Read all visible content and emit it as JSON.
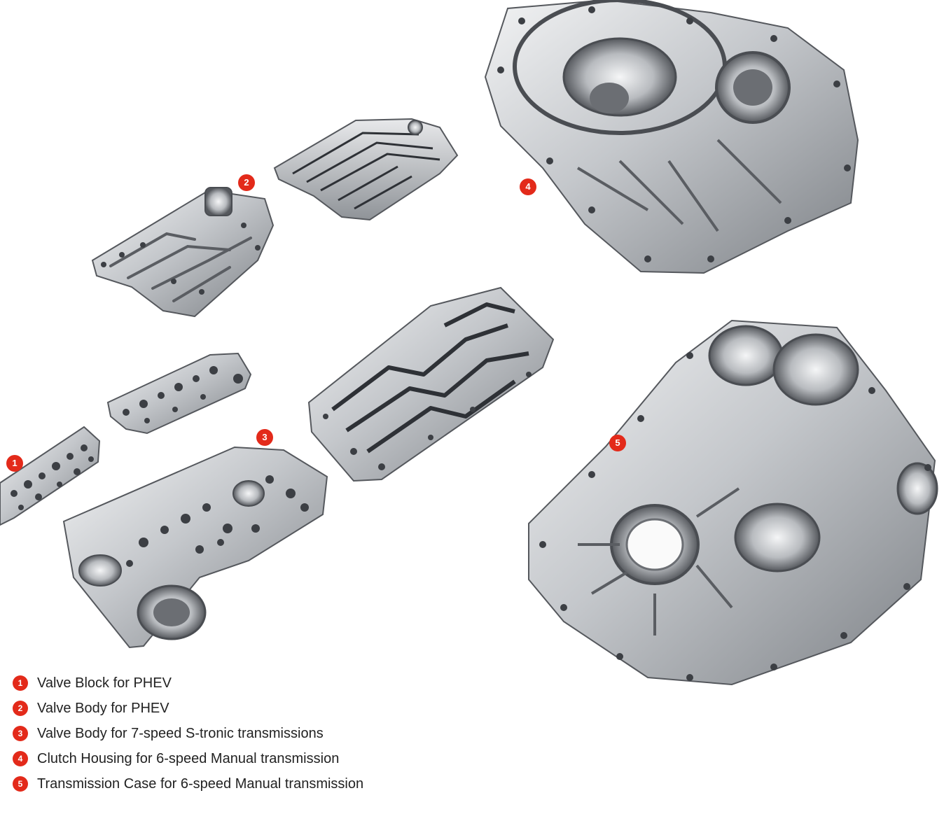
{
  "colors": {
    "accent": "#e32a1a",
    "metal_light": "#e6e7e9",
    "metal_mid": "#a9acb0",
    "metal_dark": "#4a4d52",
    "text": "#222222"
  },
  "callouts": [
    "1",
    "2",
    "3",
    "4",
    "5"
  ],
  "legend": [
    {
      "number": "1",
      "label": "Valve Block for PHEV"
    },
    {
      "number": "2",
      "label": "Valve Body for PHEV"
    },
    {
      "number": "3",
      "label": "Valve Body for 7-speed S-tronic transmissions"
    },
    {
      "number": "4",
      "label": "Clutch Housing for 6-speed Manual transmission"
    },
    {
      "number": "5",
      "label": "Transmission Case for 6-speed Manual transmission"
    }
  ]
}
